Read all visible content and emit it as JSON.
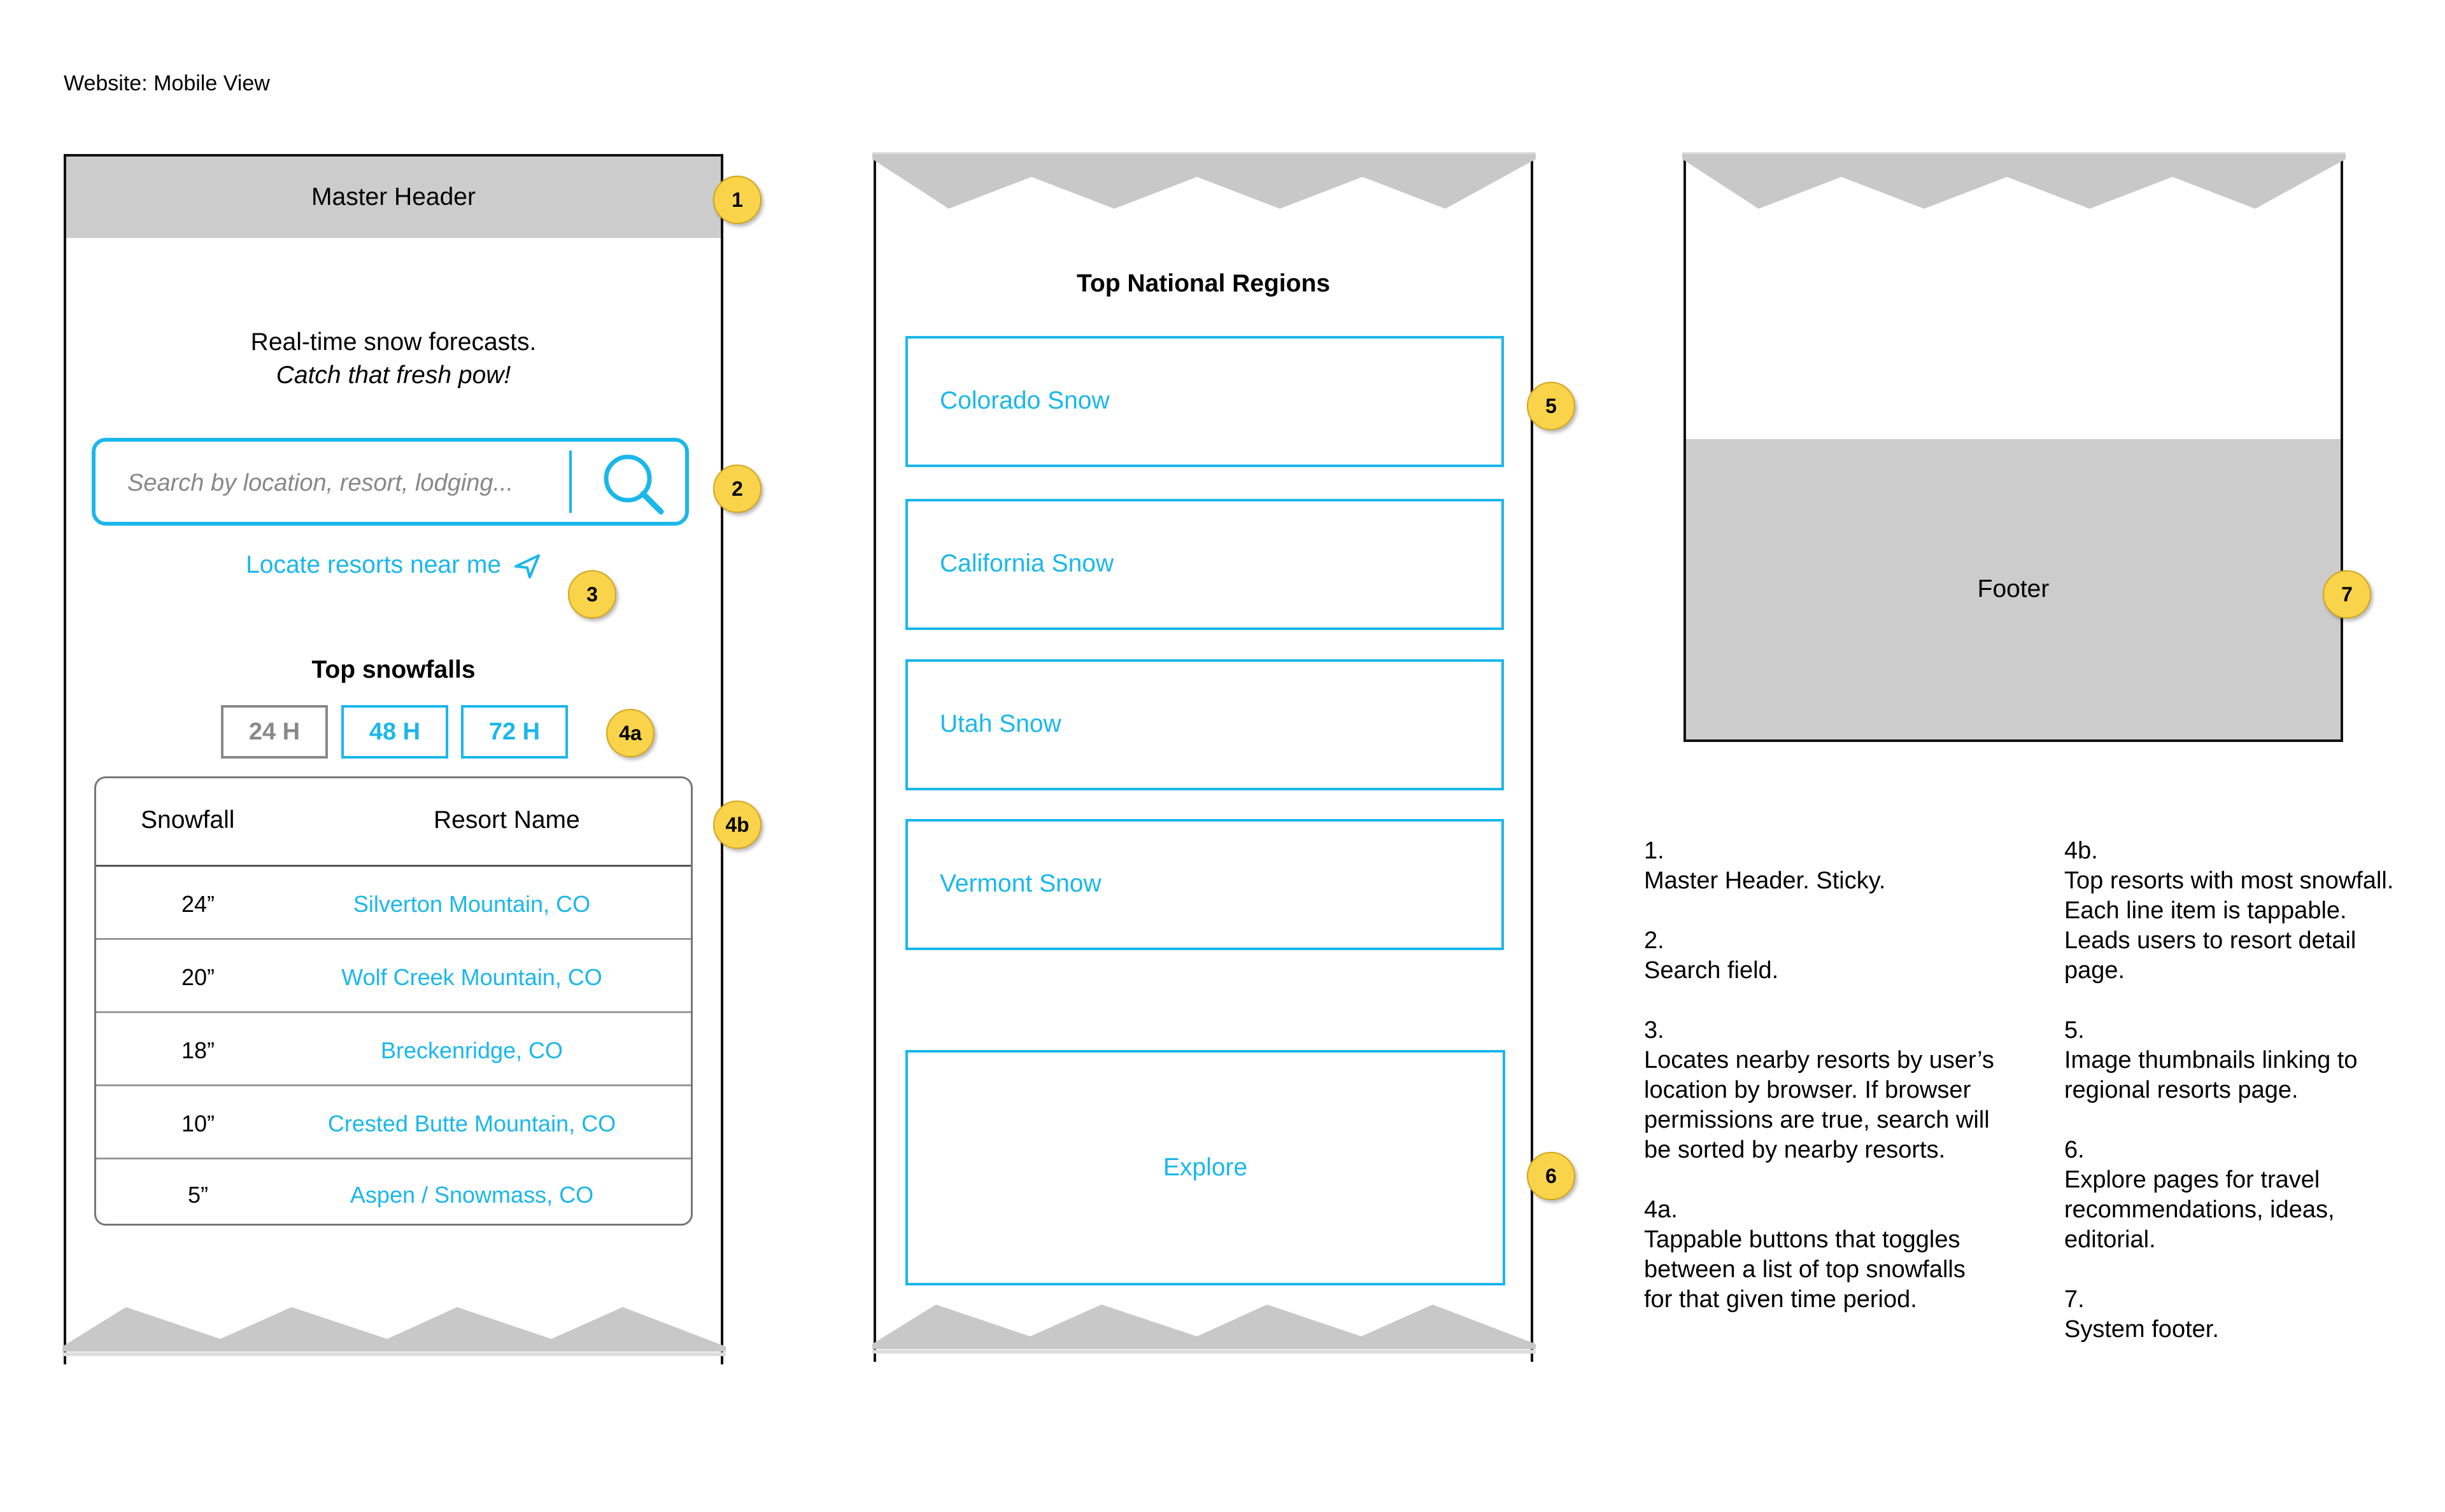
{
  "page_title": "Website: Mobile View",
  "panel1": {
    "header": "Master Header",
    "tagline_line1": "Real-time snow forecasts.",
    "tagline_line2": "Catch that fresh pow!",
    "search_placeholder": "Search by location, resort, lodging...",
    "locate_label": "Locate resorts near me",
    "top_snowfalls_title": "Top snowfalls",
    "tabs": [
      "24 H",
      "48 H",
      "72 H"
    ],
    "table": {
      "col_snowfall": "Snowfall",
      "col_resort": "Resort Name",
      "rows": [
        {
          "snowfall": "24”",
          "resort": "Silverton Mountain, CO"
        },
        {
          "snowfall": "20”",
          "resort": "Wolf Creek Mountain, CO"
        },
        {
          "snowfall": "18”",
          "resort": "Breckenridge, CO"
        },
        {
          "snowfall": "10”",
          "resort": "Crested Butte Mountain, CO"
        },
        {
          "snowfall": "5”",
          "resort": "Aspen / Snowmass, CO"
        }
      ]
    }
  },
  "panel2": {
    "title": "Top National Regions",
    "regions": [
      "Colorado Snow",
      "California Snow",
      "Utah Snow",
      "Vermont Snow"
    ],
    "explore": "Explore"
  },
  "panel3": {
    "footer": "Footer"
  },
  "badges": [
    "1",
    "2",
    "3",
    "4a",
    "4b",
    "5",
    "6",
    "7"
  ],
  "notes": {
    "col1": [
      {
        "num": "1.",
        "lines": [
          "Master Header. Sticky."
        ]
      },
      {
        "num": "2.",
        "lines": [
          "Search field."
        ]
      },
      {
        "num": "3.",
        "lines": [
          "Locates nearby resorts by user’s",
          "location by browser. If browser",
          "permissions are true, search will",
          "be sorted by nearby resorts."
        ]
      },
      {
        "num": "4a.",
        "lines": [
          "Tappable buttons that toggles",
          "between a list of top snowfalls",
          "for that given time period."
        ]
      }
    ],
    "col2": [
      {
        "num": "4b.",
        "lines": [
          "Top resorts with most snowfall.",
          "Each line item is tappable.",
          "Leads users to resort detail",
          "page."
        ]
      },
      {
        "num": "5.",
        "lines": [
          "Image thumbnails linking to",
          "regional resorts page."
        ]
      },
      {
        "num": "6.",
        "lines": [
          "Explore pages for travel",
          "recommendations, ideas,",
          "editorial."
        ]
      },
      {
        "num": "7.",
        "lines": [
          "System footer."
        ]
      }
    ]
  },
  "colors": {
    "accent": "#1ab7ea",
    "badge": "#f9d44a",
    "grey_fill": "#cccccc"
  }
}
